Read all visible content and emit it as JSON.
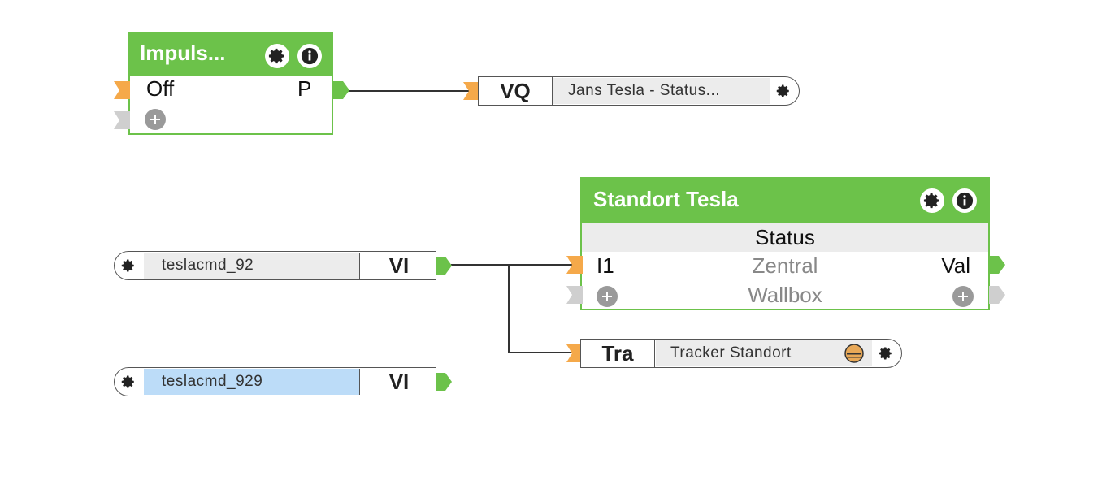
{
  "impuls_block": {
    "title": "Impuls...",
    "inputs": [
      "Off"
    ],
    "outputs": [
      "P"
    ]
  },
  "vq_connector": {
    "code": "VQ",
    "name": "Jans Tesla - Status..."
  },
  "standort_block": {
    "title": "Standort Tesla",
    "status_row": "Status",
    "input": "I1",
    "row1_center": "Zentral",
    "output": "Val",
    "row2_center": "Wallbox"
  },
  "vi_connector_1": {
    "code": "VI",
    "name": "teslacmd_92"
  },
  "vi_connector_2": {
    "code": "VI",
    "name": "teslacmd_929"
  },
  "tracker_connector": {
    "code": "Tra",
    "name": "Tracker Standort"
  },
  "colors": {
    "block_green": "#6cc24a",
    "input_orange": "#f5a94a",
    "output_green": "#6cc24a",
    "inactive_grey": "#cfcfcf",
    "selected_blue": "#bcdcf8"
  }
}
